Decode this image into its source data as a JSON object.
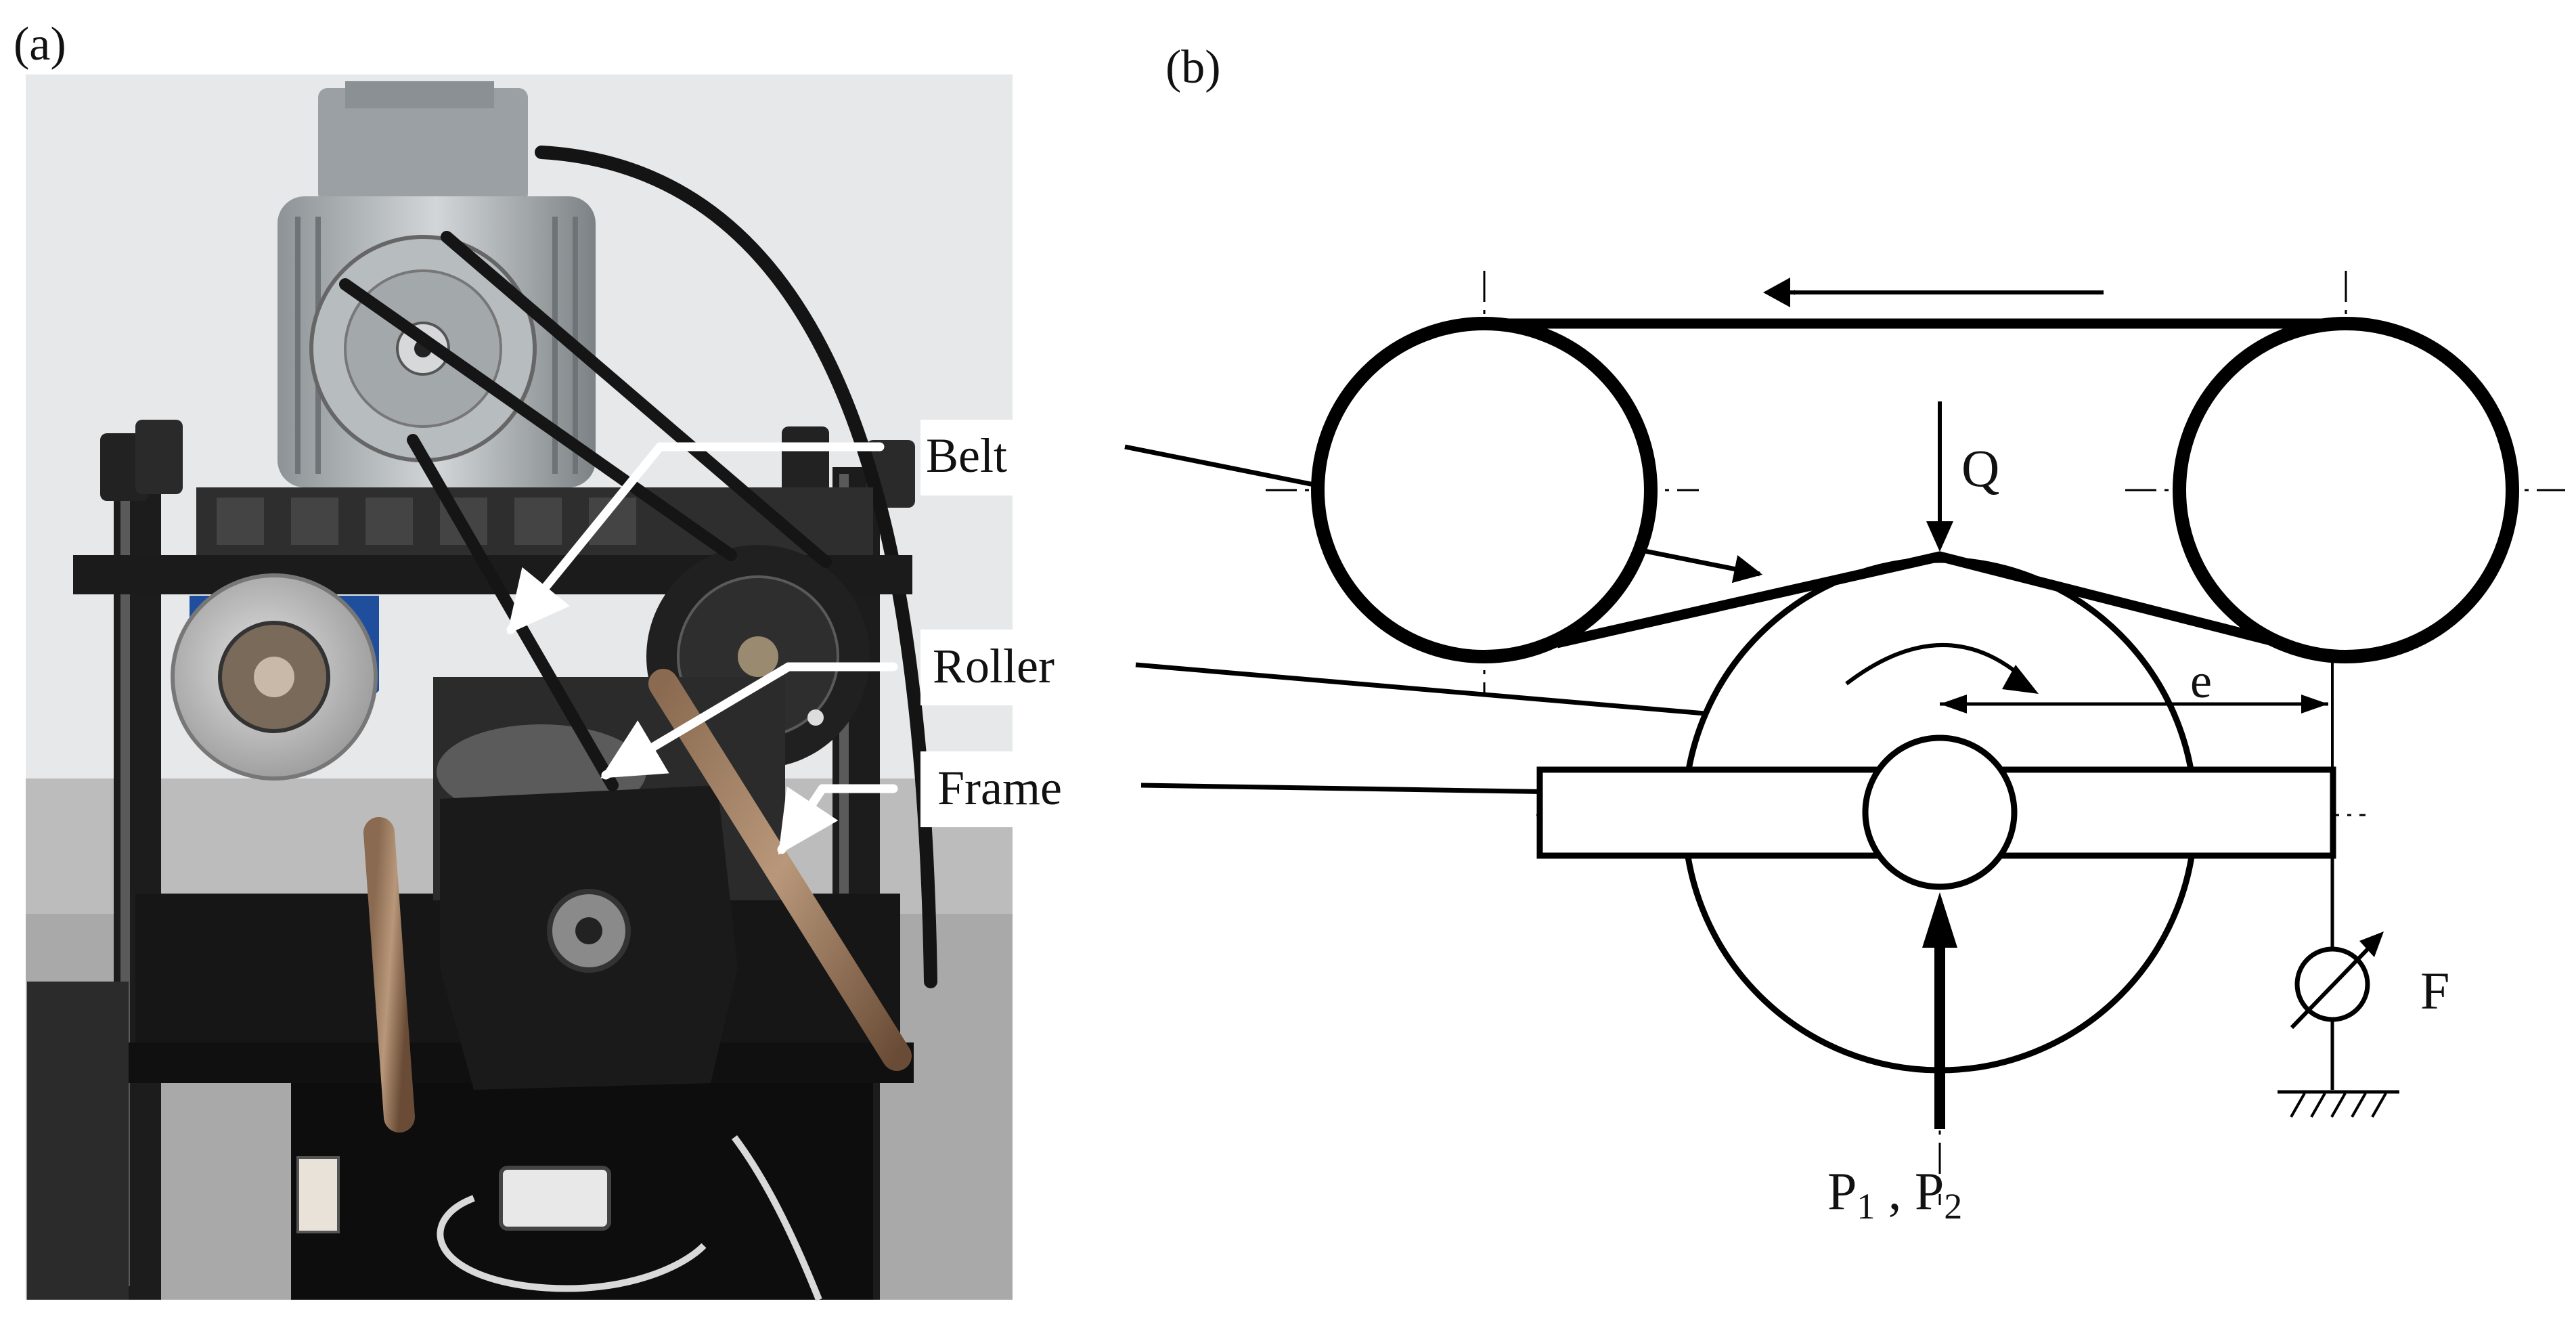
{
  "panels": {
    "a": {
      "label": "(a)"
    },
    "b": {
      "label": "(b)"
    }
  },
  "callouts": {
    "belt": "Belt",
    "roller": "Roller",
    "frame": "Frame"
  },
  "symbols": {
    "q": "Q",
    "e": "e",
    "f": "F",
    "p1": "P",
    "p1_sub": "1",
    "separator": " , ",
    "p2": "P",
    "p2_sub": "2"
  },
  "colors": {
    "ink": "#000000",
    "paper": "#ffffff",
    "bearing_blue": "#1f4e9c",
    "wall": "#e6e8ea",
    "floor": "#bcbcbc"
  }
}
